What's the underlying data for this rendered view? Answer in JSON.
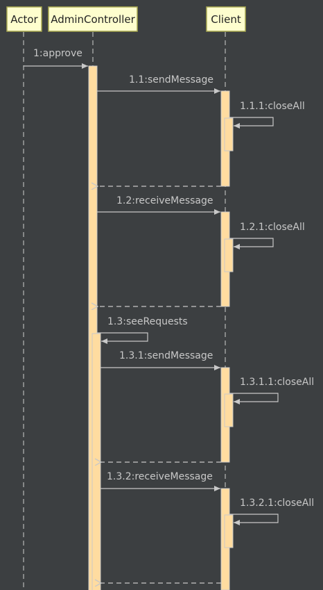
{
  "participants": [
    {
      "id": "actor",
      "label": "Actor"
    },
    {
      "id": "admin",
      "label": "AdminController"
    },
    {
      "id": "client",
      "label": "Client"
    }
  ],
  "messages": [
    {
      "id": "m1",
      "label": "1:approve"
    },
    {
      "id": "m1_1",
      "label": "1.1:sendMessage"
    },
    {
      "id": "m1_1_1",
      "label": "1.1.1:closeAll"
    },
    {
      "id": "m1_2",
      "label": "1.2:receiveMessage"
    },
    {
      "id": "m1_2_1",
      "label": "1.2.1:closeAll"
    },
    {
      "id": "m1_3",
      "label": "1.3:seeRequests"
    },
    {
      "id": "m1_3_1",
      "label": "1.3.1:sendMessage"
    },
    {
      "id": "m1_3_1_1",
      "label": "1.3.1.1:closeAll"
    },
    {
      "id": "m1_3_2",
      "label": "1.3.2:receiveMessage"
    },
    {
      "id": "m1_3_2_1",
      "label": "1.3.2.1:closeAll"
    }
  ],
  "colors": {
    "background": "#3c3f41",
    "participant_fill": "#fefece",
    "participant_border": "#a8a850",
    "activation_fill": "#ffdca0",
    "line": "#c8c8c8",
    "text": "#c8c8c8"
  }
}
